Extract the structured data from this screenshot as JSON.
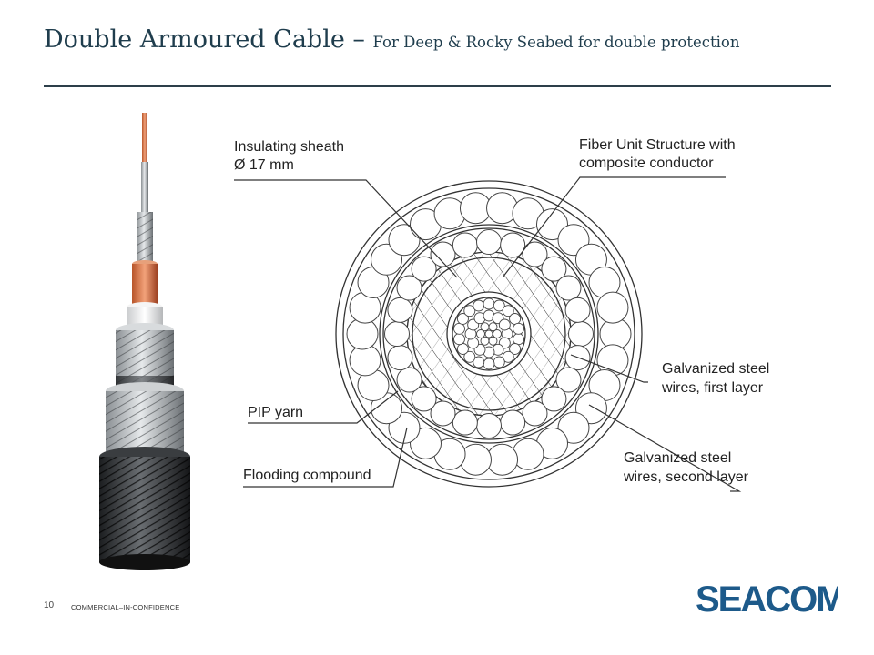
{
  "title": {
    "main": "Double Armoured Cable",
    "dash": " – ",
    "sub": "For Deep & Rocky Seabed for double protection"
  },
  "diagram": {
    "labels": {
      "insulating_sheath_1": "Insulating sheath",
      "insulating_sheath_2": "Ø 17 mm",
      "fiber_unit_1": "Fiber Unit Structure with",
      "fiber_unit_2": "composite conductor",
      "galv_first_1": "Galvanized steel",
      "galv_first_2": "wires, first layer",
      "pip_yarn": "PIP yarn",
      "galv_second_1": "Galvanized steel",
      "galv_second_2": "wires, second layer",
      "flooding_compound": "Flooding compound"
    }
  },
  "footer": {
    "page_number": "10",
    "confidentiality": "COMMERCIAL–IN-CONFIDENCE"
  },
  "logo": {
    "text": "SEACOM",
    "color": "#1d5a8a"
  },
  "colors": {
    "title": "#1f3d4d",
    "rule": "#2d3f4a"
  }
}
